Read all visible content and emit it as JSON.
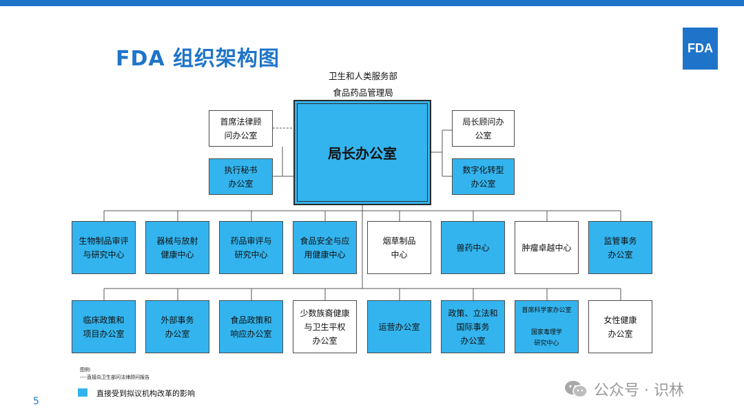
{
  "header": {
    "title": "FDA 组织架构图",
    "logo_text": "FDA"
  },
  "org": {
    "parent_line1": "卫生和人类服务部",
    "parent_line2": "食品药品管理局",
    "director": "局长办公室",
    "left_staff": [
      {
        "label": "首席法律顾\n问办公室",
        "affected": false
      },
      {
        "label": "执行秘书\n办公室",
        "affected": true
      }
    ],
    "right_staff": [
      {
        "label": "局长顾问办\n公室",
        "affected": false
      },
      {
        "label": "数字化转型\n办公室",
        "affected": true
      }
    ],
    "row1": [
      {
        "label": "生物制品审评\n与研究中心",
        "affected": true
      },
      {
        "label": "器械与放射\n健康中心",
        "affected": true
      },
      {
        "label": "药品审评与\n研究中心",
        "affected": true
      },
      {
        "label": "食品安全与应\n用健康中心",
        "affected": true
      },
      {
        "label": "烟草制品\n中心",
        "affected": false
      },
      {
        "label": "兽药中心",
        "affected": true
      },
      {
        "label": "肿瘤卓越中心",
        "affected": false
      },
      {
        "label": "监管事务\n办公室",
        "affected": true
      }
    ],
    "row2": [
      {
        "label": "临床政策和\n项目办公室",
        "affected": true
      },
      {
        "label": "外部事务\n办公室",
        "affected": true
      },
      {
        "label": "食品政策和\n响应办公室",
        "affected": true
      },
      {
        "label": "少数族裔健康\n与卫生平权\n办公室",
        "affected": false
      },
      {
        "label": "运营办公室",
        "affected": true
      },
      {
        "label": "政策、立法和\n国际事务\n办公室",
        "affected": true
      },
      {
        "label": "首席科学家办公室\n\n国家毒理学\n研究中心",
        "affected": true
      },
      {
        "label": "女性健康\n办公室",
        "affected": false
      }
    ]
  },
  "legend": {
    "title": "图例:",
    "dashed_line_text": "----直接向卫生部问法律顾问报告",
    "swatch_text": "直接受到拟议机构改革的影响"
  },
  "footer": {
    "page_number": "5",
    "watermark": "公众号 · 识林"
  },
  "colors": {
    "brand_blue": "#1E74C9",
    "affected_fill": "#33B4EE",
    "unaffected_fill": "#FFFFFF"
  }
}
